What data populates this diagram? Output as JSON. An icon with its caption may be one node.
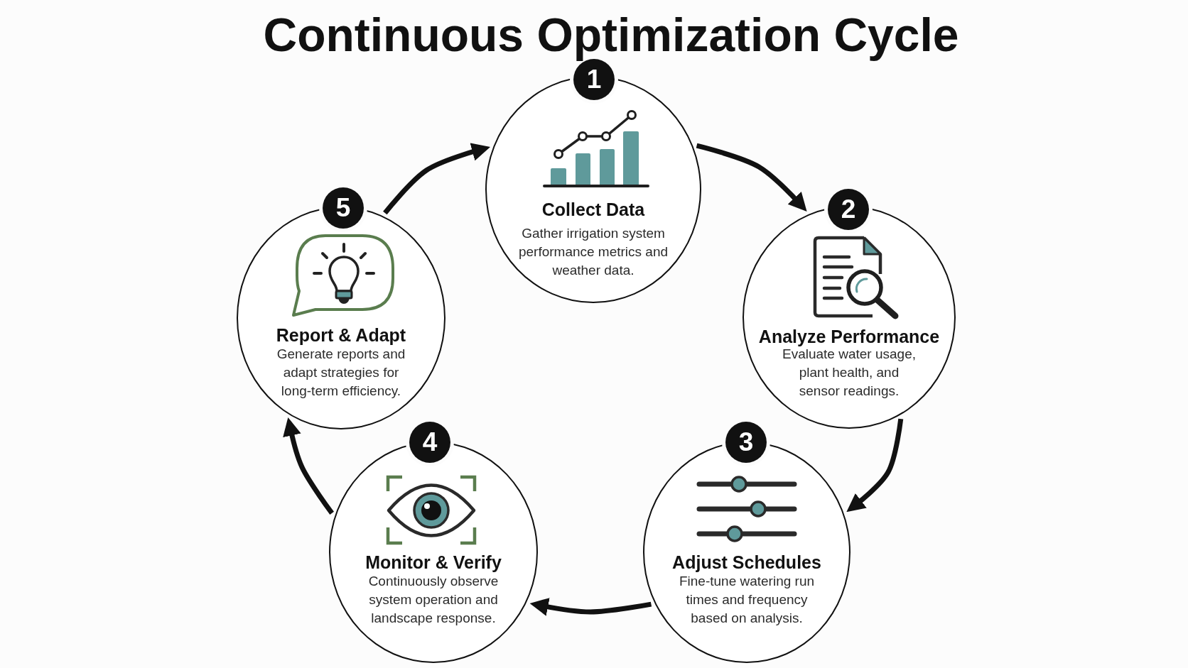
{
  "diagram": {
    "title": "Continuous Optimization Cycle",
    "nodes": [
      {
        "text": [
          "1"
        ]
      },
      {
        "text": [
          "Collect Data",
          "Gather irrigation system performance metrics and weather data."
        ]
      },
      {
        "text": [
          "2"
        ]
      },
      {
        "text": [
          "Analyze Performance",
          "Evaluate water usage, plant health, and sensor readings."
        ]
      },
      {
        "text": [
          "3"
        ]
      },
      {
        "text": [
          "Adjust Schedules",
          "Fine-tune watering run times and frequency based on analysis."
        ]
      },
      {
        "text": [
          "4"
        ]
      },
      {
        "text": [
          "Monitor & Verify",
          "Continuously observe system operation and landscape response."
        ]
      },
      {
        "text": [
          "5"
        ]
      },
      {
        "text": [
          "Report & Adapt",
          "Generate reports and adapt strategies for long-term efficiency."
        ]
      }
    ],
    "edges": [
      {
        "from": 1,
        "to": 3,
        "arrow": "to"
      },
      {
        "from": 3,
        "to": 5,
        "arrow": "to"
      },
      {
        "from": 5,
        "to": 7,
        "arrow": "to"
      },
      {
        "from": 7,
        "to": 9,
        "arrow": "to"
      },
      {
        "from": 9,
        "to": 1,
        "arrow": "to"
      }
    ]
  }
}
